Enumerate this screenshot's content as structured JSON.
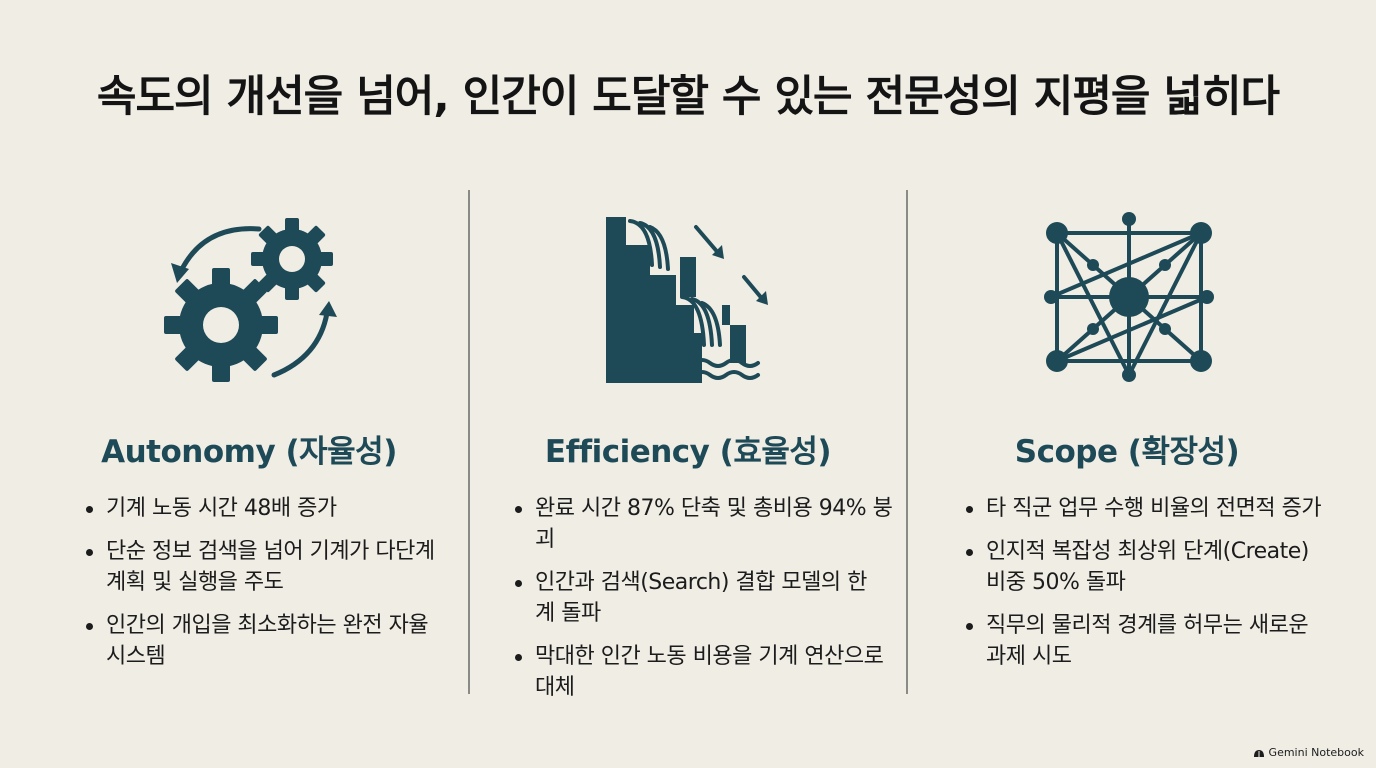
{
  "title": "속도의 개선을 넘어, 인간이 도달할 수 있는 전문성의 지평을 넓히다",
  "accent_color": "#1e4a58",
  "columns": [
    {
      "icon": "gears-cycle-icon",
      "heading": "Autonomy (자율성)",
      "bullets": [
        "기계 노동 시간 48배 증가",
        "단순 정보 검색을 넘어 기계가 다단계 계획 및 실행을 주도",
        "인간의 개입을 최소화하는 완전 자율 시스템"
      ]
    },
    {
      "icon": "waterfall-cascade-icon",
      "heading": "Efficiency (효율성)",
      "bullets": [
        "완료 시간 87% 단축 및 총비용 94% 붕괴",
        "인간과 검색(Search) 결합 모델의 한계 돌파",
        "막대한 인간 노동 비용을 기계 연산으로 대체"
      ]
    },
    {
      "icon": "network-hub-icon",
      "heading": "Scope (확장성)",
      "bullets": [
        "타 직군 업무 수행 비율의 전면적 증가",
        "인지적 복잡성 최상위 단계(Create) 비중 50% 돌파",
        "직무의 물리적 경계를 허무는 새로운 과제 시도"
      ]
    }
  ],
  "footer": {
    "logo_icon": "notebook-logo-icon",
    "label": "Gemini Notebook"
  }
}
